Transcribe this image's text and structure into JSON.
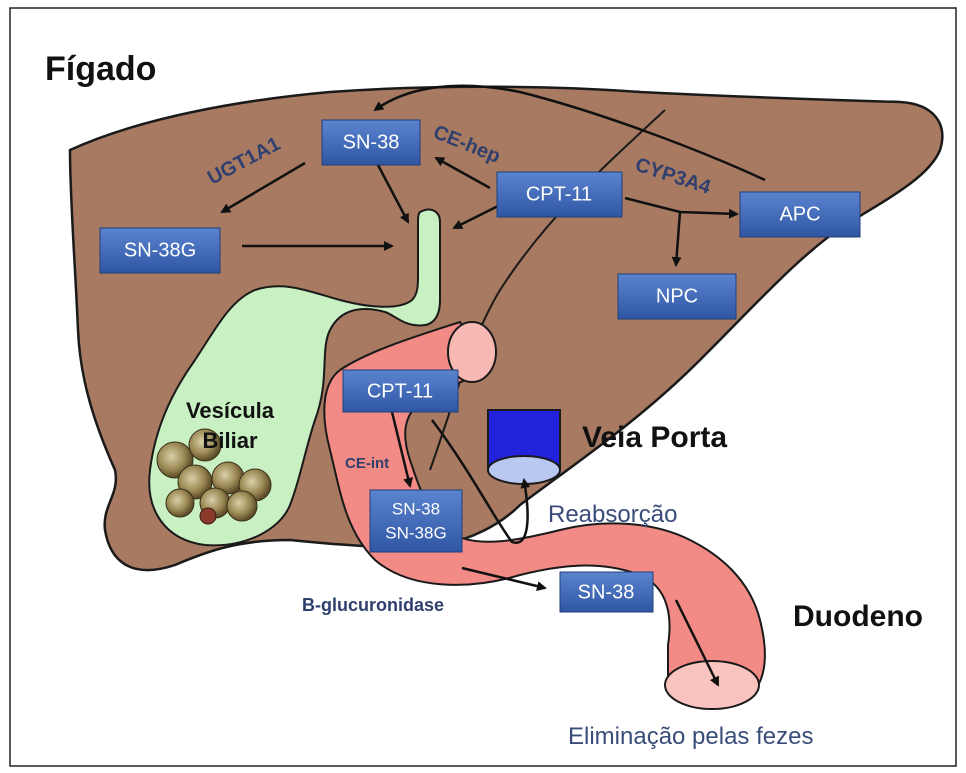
{
  "organs": {
    "liver": "Fígado",
    "gallbladder_line1": "Vesícula",
    "gallbladder_line2": "Biliar",
    "portal_vein": "Veia Porta",
    "duodenum": "Duodeno"
  },
  "enzymes": {
    "ugt1a1": "UGT1A1",
    "ce_hep": "CE-hep",
    "cyp3a4": "CYP3A4",
    "ce_int": "CE-int",
    "b_glucuronidase": "B-glucuronidase"
  },
  "compounds": {
    "sn38_liver": "SN-38",
    "cpt11_liver": "CPT-11",
    "sn38g_liver": "SN-38G",
    "apc": "APC",
    "npc": "NPC",
    "cpt11_gut": "CPT-11",
    "sn38_gut_line1": "SN-38",
    "sn38_gut_line2": "SN-38G",
    "sn38_duodenum": "SN-38"
  },
  "notes": {
    "reabsorption": "Reabsorção",
    "elimination": "Eliminação pelas fezes"
  },
  "colors": {
    "liver": "#a87a61",
    "gallbladder": "#c9f0c3",
    "intestine": "#f28a85",
    "portal_vein": "#2222dd",
    "box": "#3a62b0",
    "enzyme_text": "#2f3f6e"
  }
}
